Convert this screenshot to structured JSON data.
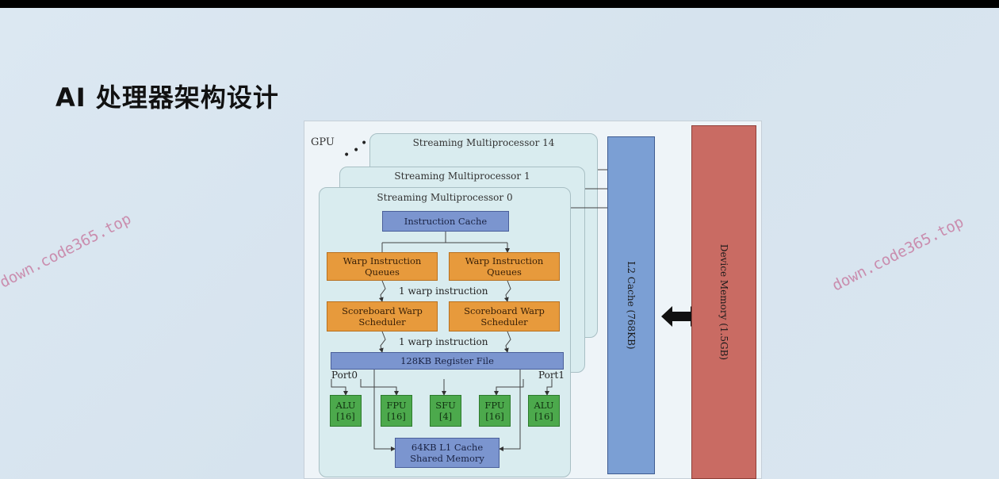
{
  "page": {
    "title": "AI 处理器架构设计"
  },
  "watermark": {
    "text": "down.code365.top"
  },
  "diagram": {
    "gpu_label": "GPU",
    "sm_back": "Streaming Multiprocessor 14",
    "sm_mid": "Streaming Multiprocessor 1",
    "sm_front": "Streaming Multiprocessor 0",
    "instruction_cache": "Instruction Cache",
    "warp_queue_left": "Warp Instruction Queues",
    "warp_queue_right": "Warp Instruction Queues",
    "warp_instruction_1": "1 warp instruction",
    "scheduler_left": "Scoreboard Warp Scheduler",
    "scheduler_right": "Scoreboard Warp Scheduler",
    "warp_instruction_2": "1 warp instruction",
    "register_file": "128KB Register File",
    "port0": "Port0",
    "port1": "Port1",
    "units": [
      {
        "name": "ALU",
        "count": "[16]"
      },
      {
        "name": "FPU",
        "count": "[16]"
      },
      {
        "name": "SFU",
        "count": "[4]"
      },
      {
        "name": "FPU",
        "count": "[16]"
      },
      {
        "name": "ALU",
        "count": "[16]"
      }
    ],
    "l1_cache": "64KB L1 Cache",
    "shared_memory": "Shared Memory",
    "l2_cache": "L2 Cache (768KB)",
    "device_memory": "Device Memory (1.5GB)"
  },
  "colors": {
    "cache_blue": "#7b95cf",
    "queue_orange": "#e79a3c",
    "unit_green": "#4ca94c",
    "memory_red": "#c96b63"
  }
}
